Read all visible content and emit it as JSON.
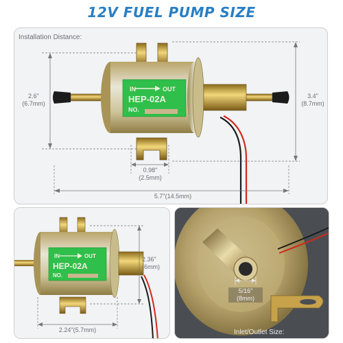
{
  "title": "12V FUEL PUMP SIZE",
  "top_panel": {
    "label": "Installation Distance:",
    "height_label": "2.6\"",
    "height_sub": "(6.7mm)",
    "total_height_label": "3.4\"",
    "total_height_sub": "(8.7mm)",
    "mount_gap_label": "0.98\"",
    "mount_gap_sub": "(2.5mm)",
    "length_label": "5.7\"(14.5mm)",
    "pump_arrow_in": "IN",
    "pump_arrow_out": "OUT",
    "pump_model": "HEP-02A",
    "pump_no": "NO."
  },
  "bottom_left_panel": {
    "side_label": "2.36\"",
    "side_sub": "(6mm)",
    "base_label": "2.24\"(5.7mm)",
    "pump_arrow_in": "IN",
    "pump_arrow_out": "OUT",
    "pump_model": "HEP-02A",
    "pump_no": "NO."
  },
  "bottom_right_panel": {
    "tube_label": "5/16\"",
    "tube_sub": "(8mm)",
    "caption": "Inlet/Outlet Size:"
  },
  "colors": {
    "title": "#2a7fc4",
    "pump_label": "#2fbf4a",
    "metal_gold": "#c9b26a",
    "metal_silver": "#d7d6c8",
    "wire_red": "#d0281e",
    "wire_black": "#1b1b1b"
  }
}
